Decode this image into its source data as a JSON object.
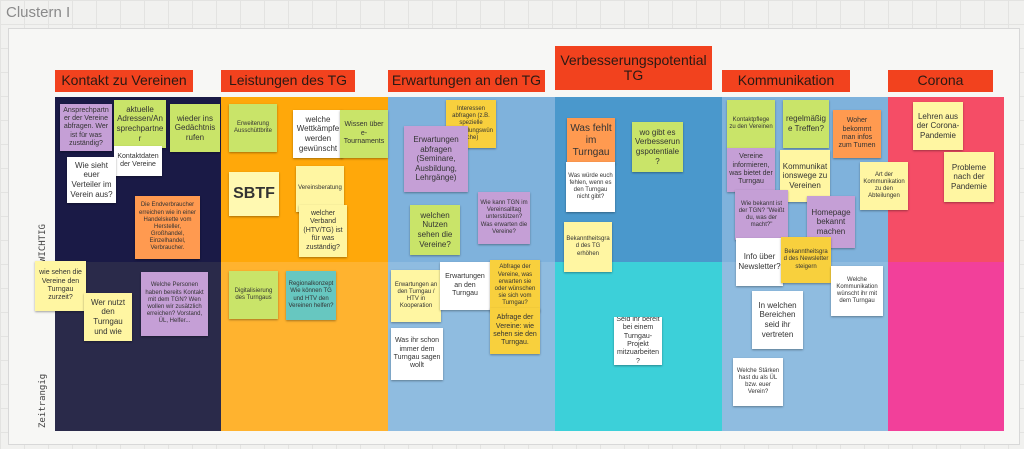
{
  "frame": {
    "title": "Clustern I"
  },
  "rows": {
    "top": "WICHTIG",
    "bottom": "Zeitrangig"
  },
  "columns": [
    {
      "label": "Kontakt zu Vereinen",
      "color": "#1a1a46"
    },
    {
      "label": "Leistungen des TG",
      "color": "#ffa80a"
    },
    {
      "label": "Erwartungen an den TG",
      "color": "#7fb2dc"
    },
    {
      "label": "Verbesserungspotential TG",
      "color": "#4a98cc"
    },
    {
      "label": "Kommunikation",
      "color": "#7fb2dc"
    },
    {
      "label": "Corona",
      "color": "#f54d66"
    }
  ],
  "notes": {
    "n1": "Ansprechpartner der Vereine abfragen. Wer ist für was zuständig?",
    "n2": "aktuelle Adressen/Ansprechpartner",
    "n3": "wieder ins Gedächtnis rufen",
    "n4": "Kontaktdaten der Vereine",
    "n5": "Wie sieht euer Verteiler im Verein aus?",
    "n6": "Die Endverbraucher erreichen wie in einer Handelskette vom Hersteller, Großhandel, Einzelhandel, Verbraucher.",
    "n7": "wie sehen die Vereine den Turngau zurzeit?",
    "n8": "Welche Personen haben bereits Kontakt mit dem TGN? Wen wollen wir zusätzlich erreichen? Vorstand, ÜL, Helfer...",
    "n9": "Wer nutzt den Turngau und wie",
    "n10": "Erweiterung Ausschüttbrite",
    "n11": "welche Wettkämpfe werden gewünscht",
    "n12": "Wissen über e-Tournaments",
    "n13": "SBTF",
    "n14": "Vereinsberatung",
    "n15": "welcher Verband (HTV/TG) ist für was zuständig?",
    "n16": "Digitalisierung des Turngaus",
    "n17": "Regionalkonzept Wie können TG und HTV den Vereinen helfen?",
    "n18": "Interessen abfragen (z.B. spezielle Fortbildungswünsche)",
    "n19": "Erwartungen abfragen (Seminare, Ausbildung, Lehrgänge)",
    "n20": "welchen Nutzen sehen die Vereine?",
    "n21": "Wie kann TGN im Vereinsalltag unterstützen? Was erwarten die Vereine?",
    "n22": "Erwartungen an den Turngau / HTV in Kooperation",
    "n23": "Erwartungen an den Turngau",
    "n24": "Abfrage der Vereine, was erwarten sie oder wünschen sie sich vom Turngau?",
    "n25": "Abfrage der Vereine: wie sehen sie den Turngau.",
    "n26": "Was ihr schon immer dem Turngau sagen wollt",
    "n27": "Was fehlt im Turngau",
    "n28": "wo gibt es Verbesserungspotentiale?",
    "n29": "Was würde euch fehlen, wenn es den Turngau nicht gibt?",
    "n30": "Bekanntheitsgrad des TG erhöhen",
    "n31": "Seid ihr bereit bei einem Turngau-Projekt mitzuarbeiten?",
    "n32": "Kontaktpflege zu den Vereinen",
    "n33": "regelmäßige Treffen?",
    "n34": "Woher bekommt man infos zum Turnen",
    "n35": "Vereine informieren, was bietet der Turngau",
    "n36": "Kommunikationswege zu Vereinen",
    "n37": "Art der Kommunikation zu den Abteilungen",
    "n38": "Wie bekannt ist der TGN? \"Weißt du, was der macht?\"",
    "n39": "Homepage bekannt machen",
    "n40": "Info über Newsletter?",
    "n41": "Bekanntheitsgrad des Newsletter steigern",
    "n42": "Welche Kommunikation wünscht ihr mit dem Turngau",
    "n43": "In welchen Bereichen seid ihr vertreten",
    "n44": "Welche Stärken hast du als ÜL bzw. euer Verein?",
    "n45": "Lehren aus der Corona-Pandemie",
    "n46": "Probleme nach der Pandemie"
  }
}
